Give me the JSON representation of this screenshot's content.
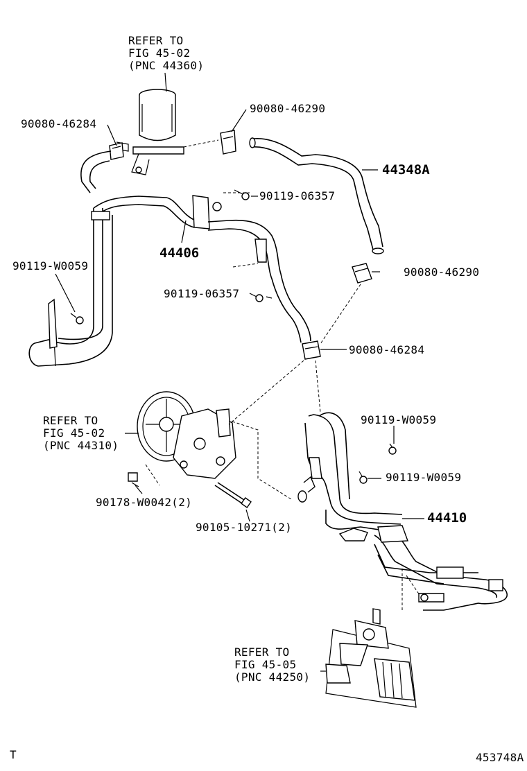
{
  "callouts": {
    "refer_reservoir": [
      "REFER TO",
      "FIG 45-02",
      "(PNC 44360)"
    ],
    "refer_pump": [
      "REFER TO",
      "FIG 45-02",
      "(PNC 44310)"
    ],
    "refer_gear": [
      "REFER TO",
      "FIG 45-05",
      "(PNC 44250)"
    ]
  },
  "parts": {
    "clamp_upper_left": "90080-46284",
    "clamp_upper_right": "90080-46290",
    "hose_return": "44348A",
    "bolt_upper": "90119-06357",
    "tube_pressure": "44406",
    "bolt_left": "90119-W0059",
    "clamp_mid_right": "90080-46290",
    "bolt_mid": "90119-06357",
    "clamp_mid_lower": "90080-46284",
    "bolt_right_upper": "90119-W0059",
    "bolt_right_lower": "90119-W0059",
    "nut_pump": "90178-W0042(2)",
    "bolt_pump": "90105-10271(2)",
    "tube_return": "44410"
  },
  "footer": {
    "left_mark": "T",
    "drawing_id": "453748A"
  }
}
